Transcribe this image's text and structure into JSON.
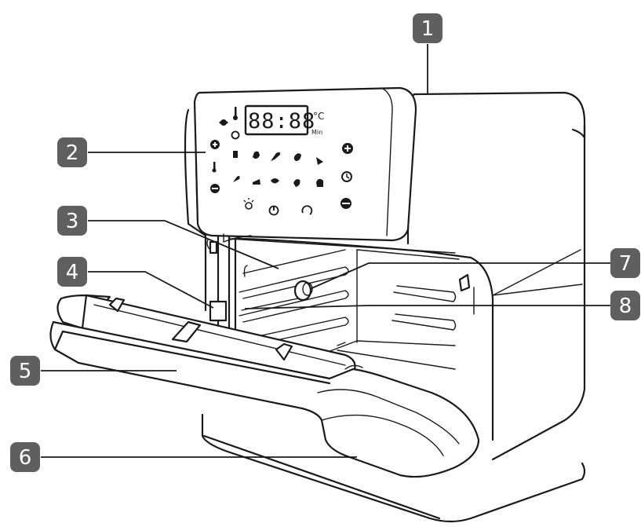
{
  "display": {
    "digits": "88:88",
    "unit_temp": "°C",
    "unit_time": "Min"
  },
  "callouts": [
    "1",
    "2",
    "3",
    "4",
    "5",
    "6",
    "7",
    "8"
  ],
  "colors": {
    "badge": "#5f5f5f",
    "badge_text": "#ffffff",
    "line": "#1a1a1a"
  },
  "panel_icons": [
    "fan-icon",
    "thermometer-icon",
    "timer-icon",
    "plus-icon",
    "minus-icon",
    "fries-icon",
    "drumstick-icon",
    "fish-icon",
    "shrimp-icon",
    "pizza-icon",
    "chicken-leg-icon",
    "cake-icon",
    "steak-icon",
    "vegetable-icon",
    "rotisserie-icon",
    "light-icon",
    "power-icon",
    "rotate-icon"
  ]
}
